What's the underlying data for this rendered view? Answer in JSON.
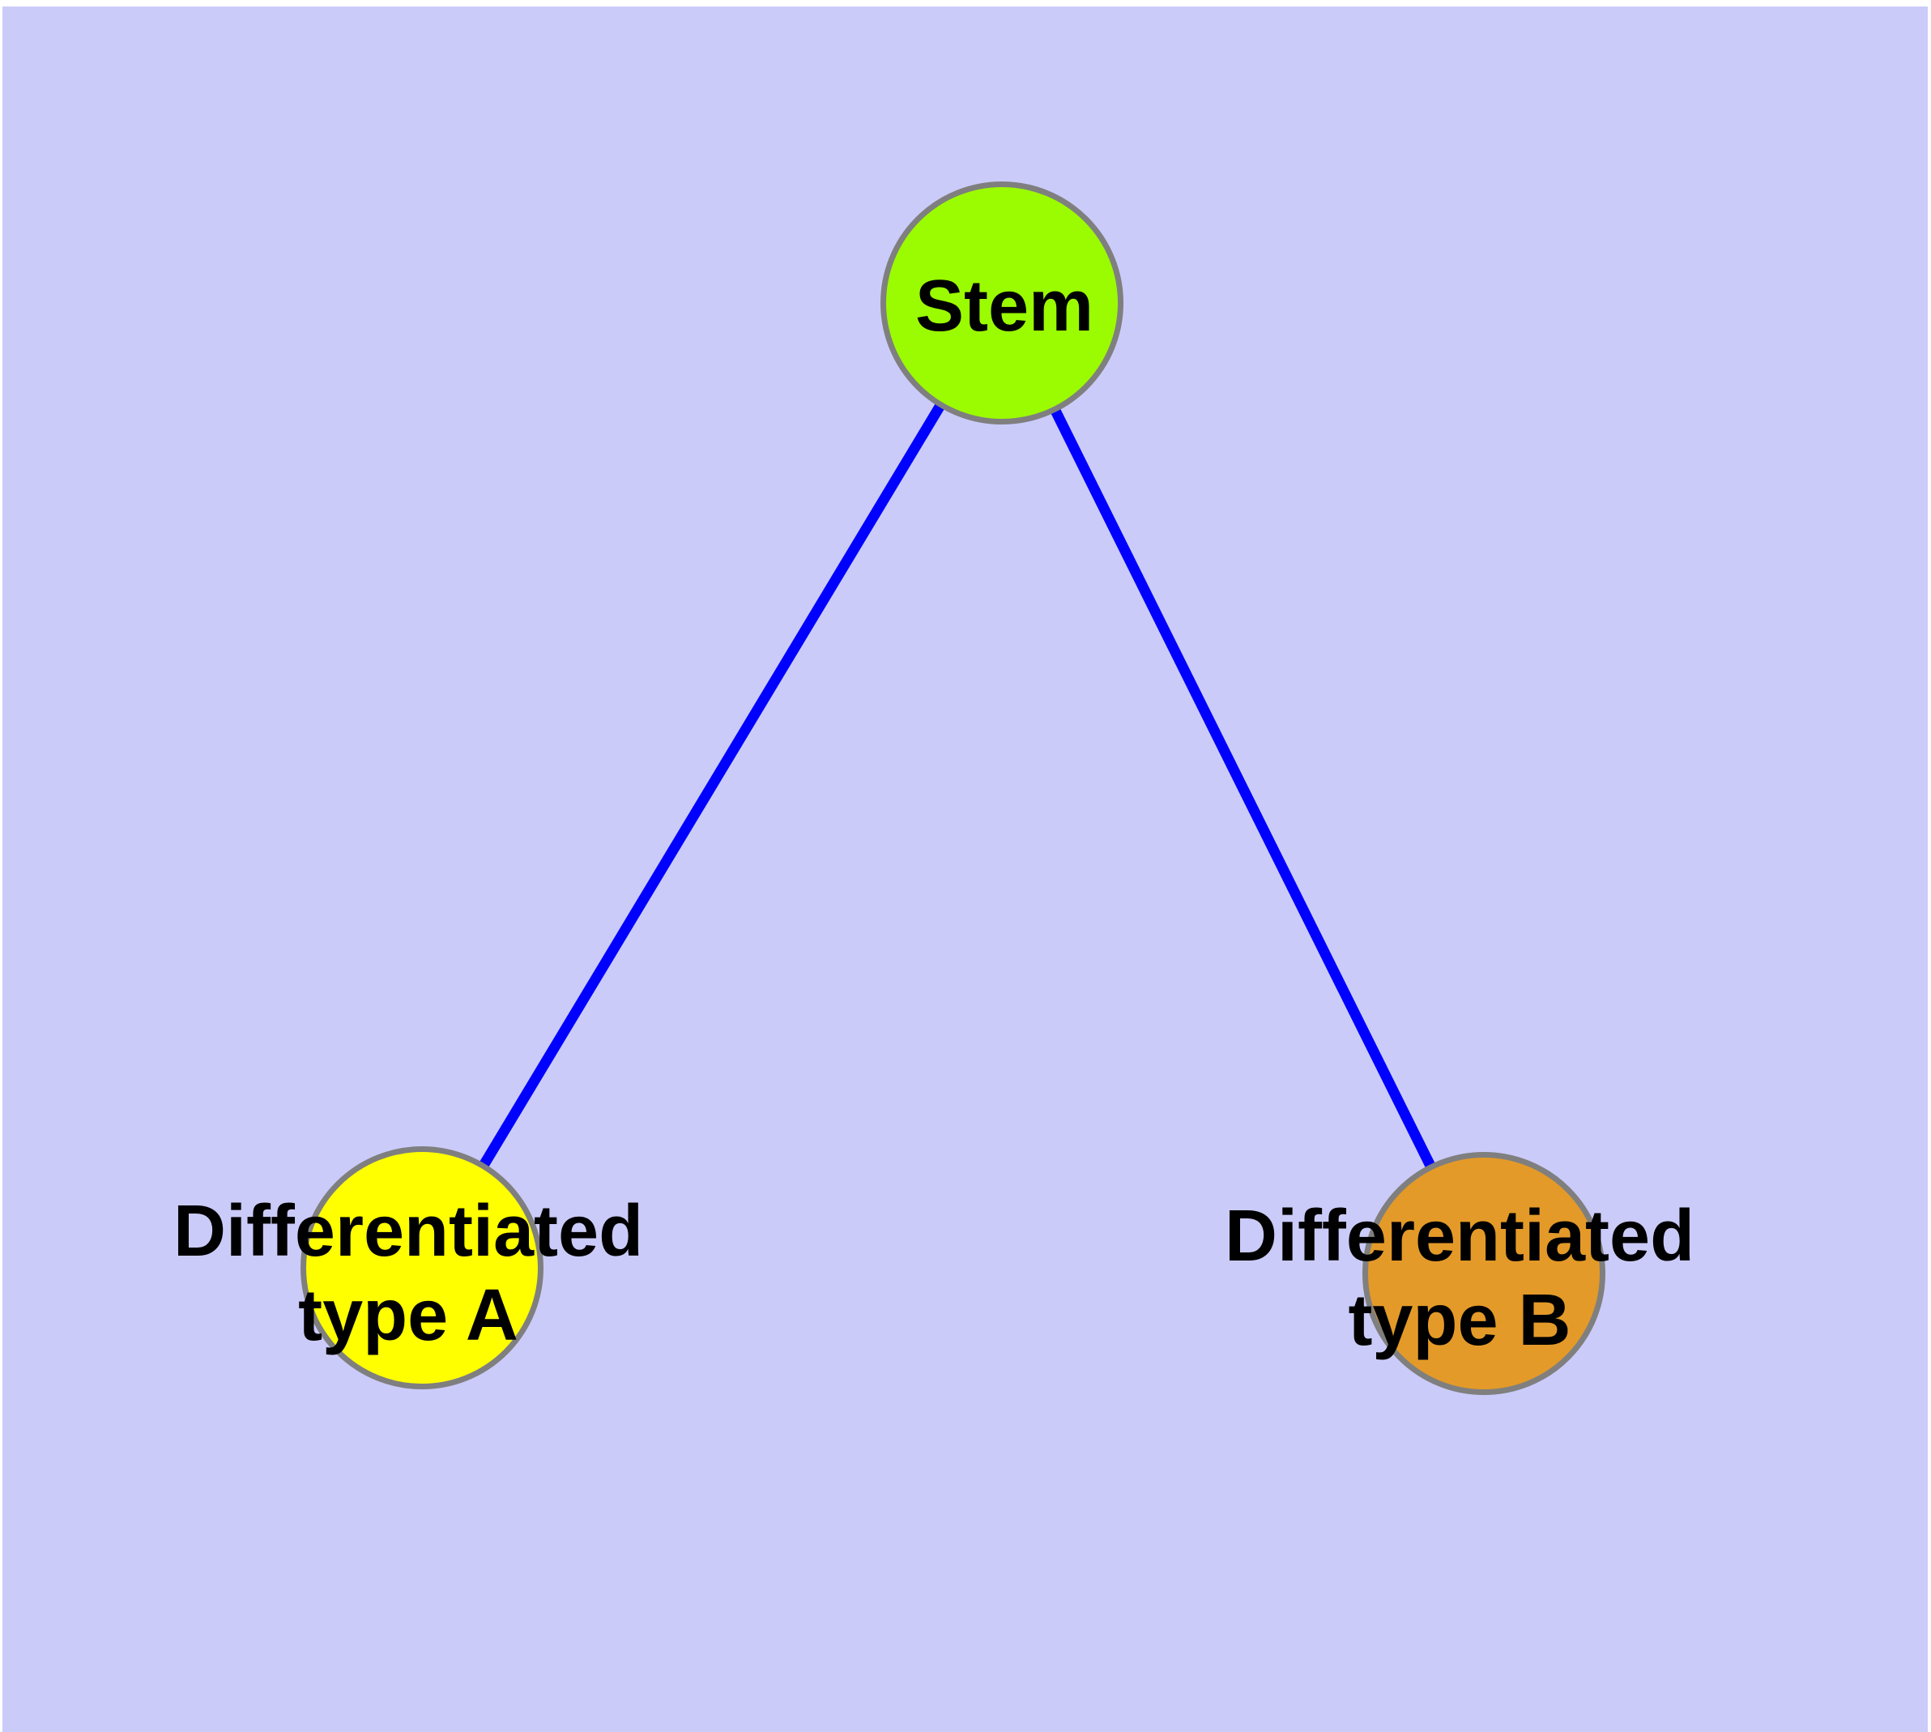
{
  "diagram": {
    "type": "network-graph",
    "background_color": "#CBCBF9",
    "margin_color": "#FFFFFF",
    "edge_color": "#0000FF",
    "node_border_color": "#7F7F7F",
    "label_color": "#000000",
    "nodes": [
      {
        "id": "stem",
        "label": "Stem",
        "label_lines": [
          "Stem"
        ],
        "fill": "#9BFB00"
      },
      {
        "id": "differentiated-type-a",
        "label": "Differentiated type A",
        "label_lines": [
          "Differentiated",
          "type A"
        ],
        "fill": "#FFFF00"
      },
      {
        "id": "differentiated-type-b",
        "label": "Differentiated type B",
        "label_lines": [
          "Differentiated",
          "type B"
        ],
        "fill": "#E49A28"
      }
    ],
    "edges": [
      {
        "from": "Stem",
        "to": "Differentiated type A"
      },
      {
        "from": "Stem",
        "to": "Differentiated type B"
      }
    ]
  }
}
